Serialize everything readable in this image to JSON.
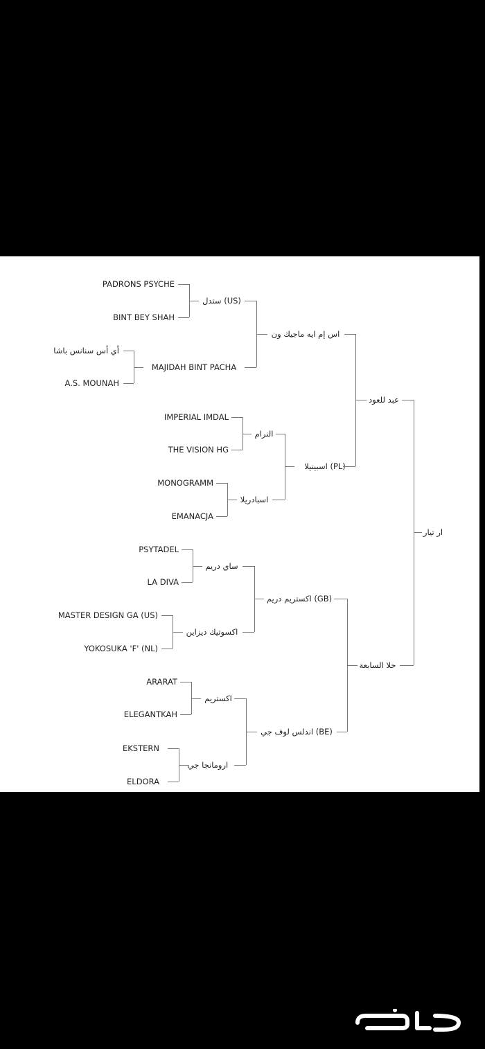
{
  "pedigree": {
    "root": "ار تيار",
    "sire": "عبد للعود",
    "dam": "حلا السابعة",
    "sire_sire": "اس إم ايه ماجيك ون",
    "sire_dam": "اسبينيلا (PL)",
    "dam_sire": "اكستريم دريم (GB)",
    "dam_dam": "اندلس لوف جي (BE)",
    "g3": [
      "ستدل (US)",
      "MAJIDAH BINT PACHA",
      "النرام",
      "اسبادريلا",
      "ساي دريم",
      "اكسوتيك ديزاين",
      "اكستريم",
      "ارومانجا جي"
    ],
    "g4": [
      "PADRONS PSYCHE",
      "BINT BEY SHAH",
      "أي أس سنانس باشا",
      "A.S. MOUNAH",
      "IMPERIAL IMDAL",
      "THE VISION HG",
      "MONOGRAMM",
      "EMANACJA",
      "PSYTADEL",
      "LA DIVA",
      "MASTER DESIGN GA (US)",
      "YOKOSUKA 'F' (NL)",
      "ARARAT",
      "ELEGANTKAH",
      "EKSTERN",
      "ELDORA"
    ]
  },
  "watermark": {
    "logo_text": "حراج",
    "color": "#ffffff"
  }
}
